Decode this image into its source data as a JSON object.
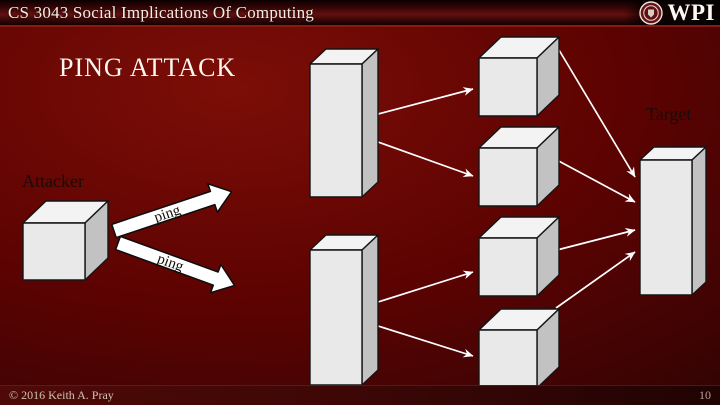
{
  "header": {
    "course_title": "CS 3043 Social Implications Of Computing",
    "logo": {
      "text": "WPI"
    }
  },
  "slide": {
    "title": "PING ATTACK",
    "attacker_label": "Attacker",
    "target_label": "Target",
    "ping_arrows": [
      {
        "label": "ping"
      },
      {
        "label": "ping"
      }
    ]
  },
  "footer": {
    "copyright": "© 2016 Keith A. Pray",
    "page_number": "10"
  },
  "colors": {
    "bg_center": "#7c0e07",
    "bg_mid": "#5e0302",
    "bg_edge": "#230303",
    "header_line": "#8a1a10",
    "header_text": "#f3efe6",
    "title_text": "#faf7f0",
    "box_front": "#e9e9e9",
    "box_top": "#f3f3f3",
    "box_side": "#c2c2c2",
    "box_outline": "#141414",
    "arrow_white": "#ffffff",
    "label_dark": "#1c0a06",
    "footer_text": "#cfc2b4"
  }
}
